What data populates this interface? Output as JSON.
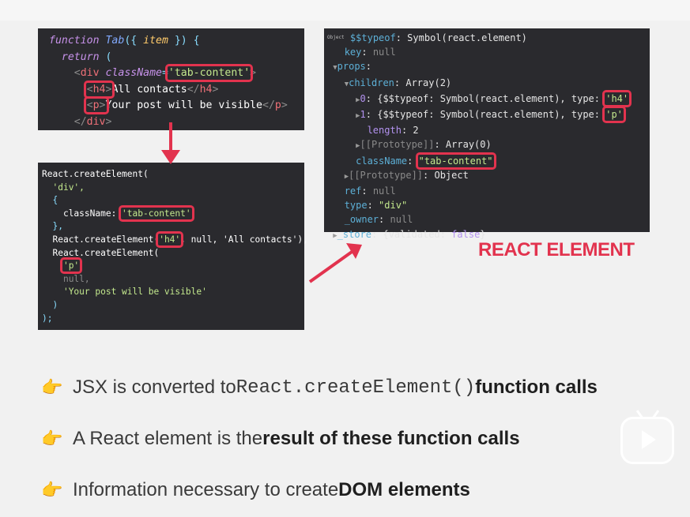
{
  "jsx_code": {
    "l1": {
      "kw": "function",
      "name": "Tab",
      "open": "({ ",
      "param": "item",
      "close": " }) {"
    },
    "l2": {
      "kw": "return",
      "rest": " ("
    },
    "l3": {
      "open": "<",
      "tag": "div",
      "attr": "className",
      "eq": "=",
      "val": "'tab-content'",
      "close": ">"
    },
    "l4": {
      "open": "<",
      "tag": "h4",
      "close": ">",
      "text": "All contacts",
      "end_open": "</",
      "end_tag": "h4",
      "end_close": ">"
    },
    "l5": {
      "open": "<",
      "tag": "p",
      "close": ">",
      "text": "Your post will be visible",
      "end_open": "</",
      "end_tag": "p",
      "end_close": ">"
    },
    "l6": {
      "open": "</",
      "tag": "div",
      "close": ">"
    }
  },
  "create_element_code": {
    "l1": "React.createElement(",
    "l2": "'div',",
    "l3": "{",
    "l4_key": "className: ",
    "l4_val": "'tab-content'",
    "l5": "},",
    "l6_call": "React.createElement(",
    "l6_tag": "'h4'",
    "l6_rest": ", null, 'All contacts'),",
    "l7": "React.createElement(",
    "l8": "'p'",
    "l9": "null,",
    "l10": "'Your post will be visible'",
    "l11": ")",
    "l12": ");"
  },
  "react_object": {
    "badge": "Object",
    "typeof_key": "$$typeof",
    "typeof_val": "Symbol(react.element)",
    "key_key": "key",
    "null_val": "null",
    "props_key": "props",
    "children_key": "children",
    "children_val": "Array(2)",
    "c0_idx": "0",
    "c1_idx": "1",
    "child_prefix": "{$$typeof: Symbol(react.element), type: ",
    "c0_type": "'h4'",
    "c1_type": "'p'",
    "length_key": "length",
    "length_val": "2",
    "proto_key": "[[Prototype]]",
    "proto_arr_val": "Array(0)",
    "classname_key": "className",
    "classname_val": "\"tab-content\"",
    "proto_obj_val": "Object",
    "ref_key": "ref",
    "type_key": "type",
    "type_val": "\"div\"",
    "owner_key": "_owner",
    "store_key": "_store",
    "store_val_open": "{validated: ",
    "store_val_bool": "false",
    "store_val_close": "}",
    "arrow_down": "▼",
    "arrow_right": "▶"
  },
  "caption": "REACT ELEMENT",
  "bullets": [
    {
      "icon": "pointing-hand-icon",
      "text1": "JSX is converted to ",
      "mono": "React.createElement()",
      "bold": " function calls"
    },
    {
      "icon": "pointing-hand-icon",
      "text1": "A React element is the ",
      "bold": "result of these function calls"
    },
    {
      "icon": "pointing-hand-icon",
      "text1": "Information necessary to create ",
      "bold": "DOM elements"
    }
  ],
  "colors": {
    "highlight": "#e2334e",
    "arrow": "#e2334e",
    "panel": "#2a2a2e",
    "background": "#f1f1f1"
  }
}
